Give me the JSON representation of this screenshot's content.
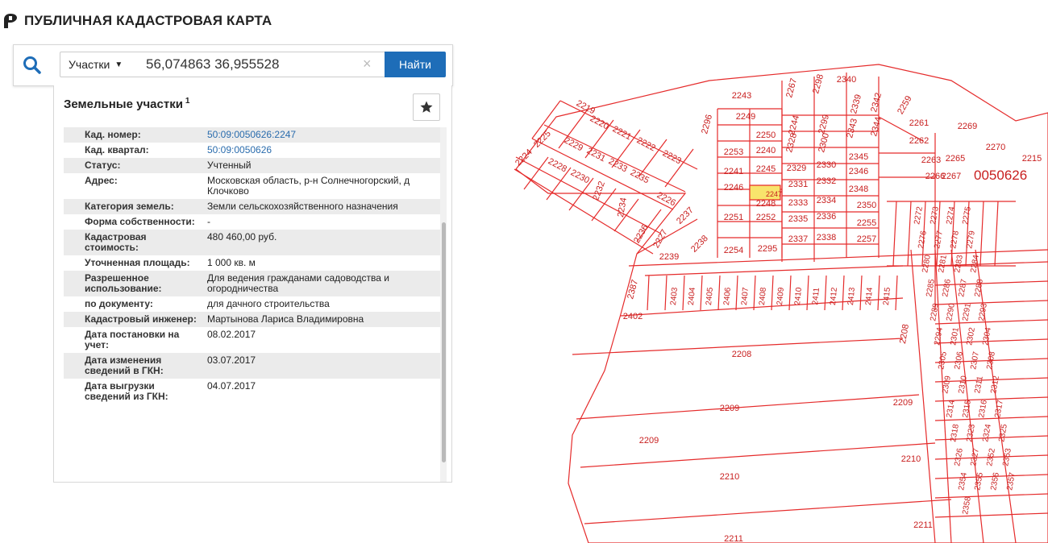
{
  "header": {
    "title": "ПУБЛИЧНАЯ КАДАСТРОВАЯ КАРТА",
    "logo_icon": "pkk-logo-icon"
  },
  "search": {
    "type_label": "Участки",
    "query": "56,074863 36,955528",
    "clear_symbol": "×",
    "button_label": "Найти"
  },
  "panel": {
    "title": "Земельные участки",
    "count": "1",
    "rows": [
      {
        "key": "Кад. номер:",
        "value": "50:09:0050626:2247",
        "link": true
      },
      {
        "key": "Кад. квартал:",
        "value": "50:09:0050626",
        "link": true
      },
      {
        "key": "Статус:",
        "value": "Учтенный"
      },
      {
        "key": "Адрес:",
        "value": "Московская область, р-н Солнечногорский, д Клочково"
      },
      {
        "key": "Категория земель:",
        "value": "Земли сельскохозяйственного назначения"
      },
      {
        "key": "Форма собственности:",
        "value": "-"
      },
      {
        "key": "Кадастровая стоимость:",
        "value": "480 460,00 руб."
      },
      {
        "key": "Уточненная площадь:",
        "value": "1 000 кв. м"
      },
      {
        "key": "Разрешенное использование:",
        "value": "Для ведения гражданами садоводства и огородничества"
      },
      {
        "key": "по документу:",
        "value": "для дачного строительства"
      },
      {
        "key": "Кадастровый инженер:",
        "value": "Мартынова Лариса Владимировна"
      },
      {
        "key": "Дата постановки на учет:",
        "value": "08.02.2017"
      },
      {
        "key": "Дата изменения сведений в ГКН:",
        "value": "03.07.2017"
      },
      {
        "key": "Дата выгрузки сведений из ГКН:",
        "value": "04.07.2017"
      }
    ]
  },
  "map": {
    "line_color": "#e52b2b",
    "label_color": "#c81e1e",
    "highlight_color": "#f8e46c",
    "quarter_label": "0050626",
    "selected_parcel": "2247",
    "parcels_diag": [
      "2219",
      "2220",
      "2221",
      "2222",
      "2223",
      "2224",
      "2225",
      "2229",
      "2231",
      "2233",
      "2235",
      "2226",
      "2237",
      "2228",
      "2230",
      "2232",
      "2234",
      "2236",
      "2227",
      "2238",
      "2239"
    ],
    "parcels_block": [
      "2243",
      "2267",
      "2298",
      "2340",
      "2249",
      "2250",
      "2253",
      "2240",
      "2241",
      "2245",
      "2246",
      "2248",
      "2251",
      "2252",
      "2254",
      "2295",
      "2296",
      "2244",
      "2299",
      "2328",
      "2300",
      "2329",
      "2330",
      "2331",
      "2332",
      "2333",
      "2334",
      "2335",
      "2336",
      "2337",
      "2338",
      "2339",
      "2342",
      "2343",
      "2344",
      "2345",
      "2346",
      "2348",
      "2350",
      "2255",
      "2257",
      "2259",
      "2261",
      "2262",
      "2263",
      "2265",
      "2266",
      "2267",
      "2269",
      "2270",
      "2215"
    ],
    "parcels_strip": [
      "2387",
      "2402",
      "2403",
      "2404",
      "2405",
      "2406",
      "2407",
      "2408",
      "2409",
      "2410",
      "2411",
      "2412",
      "2413",
      "2414",
      "2415"
    ],
    "parcels_misc": [
      "2272",
      "2273",
      "2274",
      "2275",
      "2276",
      "2277",
      "2278",
      "2279",
      "2280",
      "2281",
      "2283",
      "2284",
      "2285",
      "2286",
      "2287",
      "2288",
      "2289",
      "2290",
      "2291",
      "2293",
      "2294",
      "2301",
      "2302",
      "2304",
      "2305",
      "2306",
      "2307",
      "2308",
      "2309",
      "2310",
      "2311",
      "2312",
      "2314",
      "2315",
      "2316",
      "2317",
      "2318",
      "2323",
      "2324",
      "2325",
      "2326",
      "2327",
      "2352",
      "2353",
      "2354",
      "2355",
      "2356",
      "2357",
      "2358"
    ],
    "parcels_large": [
      "2208",
      "2208",
      "2209",
      "2209",
      "2209",
      "2210",
      "2210",
      "2211",
      "2211"
    ]
  }
}
